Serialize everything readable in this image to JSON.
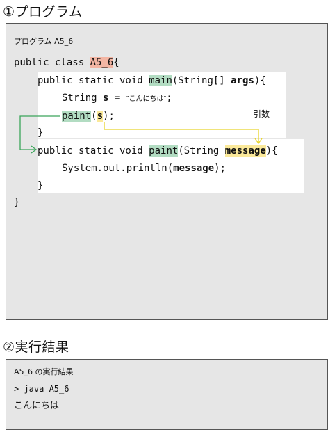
{
  "section1": {
    "heading": "①プログラム",
    "caption": "プログラム A5_6"
  },
  "code": {
    "l1_kw": "public class ",
    "l1_name": "A5_6",
    "l1_brace": "{",
    "l2_kw": "public static void ",
    "l2_name": "main",
    "l2_paren_open": "(String[] ",
    "l2_arg": "args",
    "l2_close": "){",
    "l3_type": "String ",
    "l3_var": "s",
    "l3_eq": " = ",
    "l3_str": "″こんにちは″",
    "l3_semi": ";",
    "l4_call": "paint",
    "l4_open": "(",
    "l4_arg": "s",
    "l4_close": ");",
    "l5": "}",
    "l6_kw": "public static void ",
    "l6_name": "paint",
    "l6_open": "(String ",
    "l6_param": "message",
    "l6_close": "){",
    "l7_pre": "System.out.",
    "l7_method": "println(",
    "l7_arg": "message",
    "l7_close": ");",
    "l8": "}",
    "l9": "}"
  },
  "annotation": {
    "label": "引数"
  },
  "section2": {
    "heading": "②実行結果",
    "caption": "A5_6 の実行結果",
    "command": "> java A5_6",
    "output": "こんにちは"
  },
  "colors": {
    "class_highlight": "#f3b5a3",
    "method_highlight": "#b2dcc2",
    "argument_highlight": "#fbe99a",
    "call_arrow": "#3aa55a",
    "argument_arrow": "#e8d42a",
    "panel_background": "#e6e6e6"
  }
}
